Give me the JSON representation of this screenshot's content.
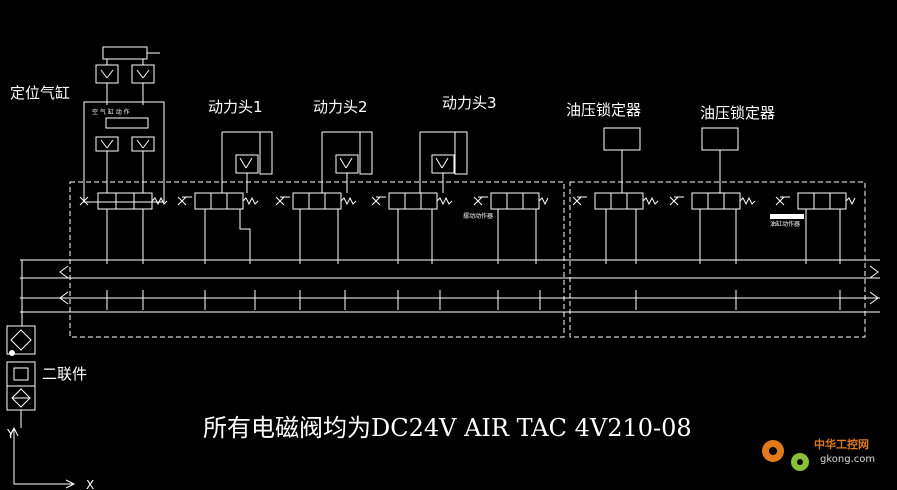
{
  "labels": {
    "cylinder": "定位气缸",
    "power_head_1": "动力头1",
    "power_head_2": "动力头2",
    "power_head_3": "动力头3",
    "hydraulic_lock_1": "油压锁定器",
    "hydraulic_lock_2": "油压锁定器",
    "frl_unit": "二联件",
    "note": "所有电磁阀均为DC24V  AIR TAC 4V210-08",
    "axis_y": "Y",
    "axis_x": "X",
    "small_tag_1": "摆动动作器",
    "small_tag_2": "油缸动作器"
  },
  "watermark": {
    "title": "中华工控网",
    "url": "gkong.com",
    "color": "#e07a1a"
  },
  "colors": {
    "background": "#000000",
    "lines": "#ffffff"
  }
}
